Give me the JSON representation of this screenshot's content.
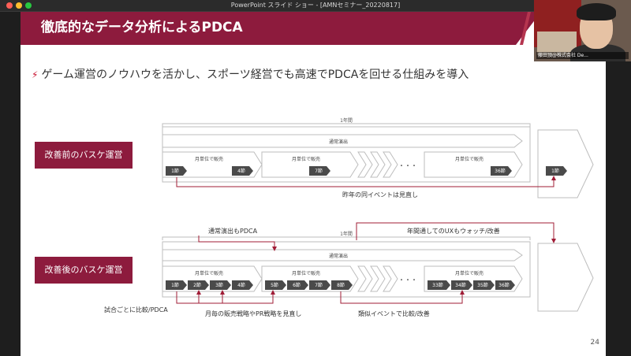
{
  "window": {
    "title": "PowerPoint スライド ショー - [AMNセミナー_20220817]"
  },
  "slide": {
    "title": "徹底的なデータ分析によるPDCA",
    "subtitle_icon": "lightning-icon",
    "subtitle": "ゲーム運営のノウハウを活かし、スポーツ経営でも高速でPDCAを回せる仕組みを導入",
    "page_number": "24",
    "accent_color": "#8d1b3d"
  },
  "before": {
    "label": "改善前のバスケ運営",
    "year_label": "1年間",
    "band_label": "通常演出",
    "month_labels": [
      "月単位で販売",
      "月単位で販売",
      "月単位で販売"
    ],
    "first_games": [
      "1節",
      "4節"
    ],
    "second_games": [
      "7節"
    ],
    "last_games": [
      "36節"
    ],
    "dots": "・・・",
    "final_game": "1節",
    "note_bottom": "昨年の同イベントは見直し"
  },
  "after": {
    "label": "改善後のバスケ運営",
    "year_label": "1年間",
    "band_label": "通常演出",
    "month_labels": [
      "月単位で販売",
      "月単位で販売",
      "月単位で販売"
    ],
    "first_games": [
      "1節",
      "2節",
      "3節",
      "4節"
    ],
    "second_games": [
      "5節",
      "6節",
      "7節",
      "8節"
    ],
    "last_games": [
      "33節",
      "34節",
      "35節",
      "36節"
    ],
    "dots": "・・・",
    "note_top_left": "通常演出もPDCA",
    "note_top_right": "年間通してのUXもウォッチ/改善",
    "note_bottom_left": "試合ごとに比較/PDCA",
    "note_bottom_mid": "月毎の販売戦略やPR戦略を見直し",
    "note_bottom_right": "類似イベントで比較/改善"
  },
  "participant": {
    "name": "藤田頂@株式会社 De..."
  }
}
